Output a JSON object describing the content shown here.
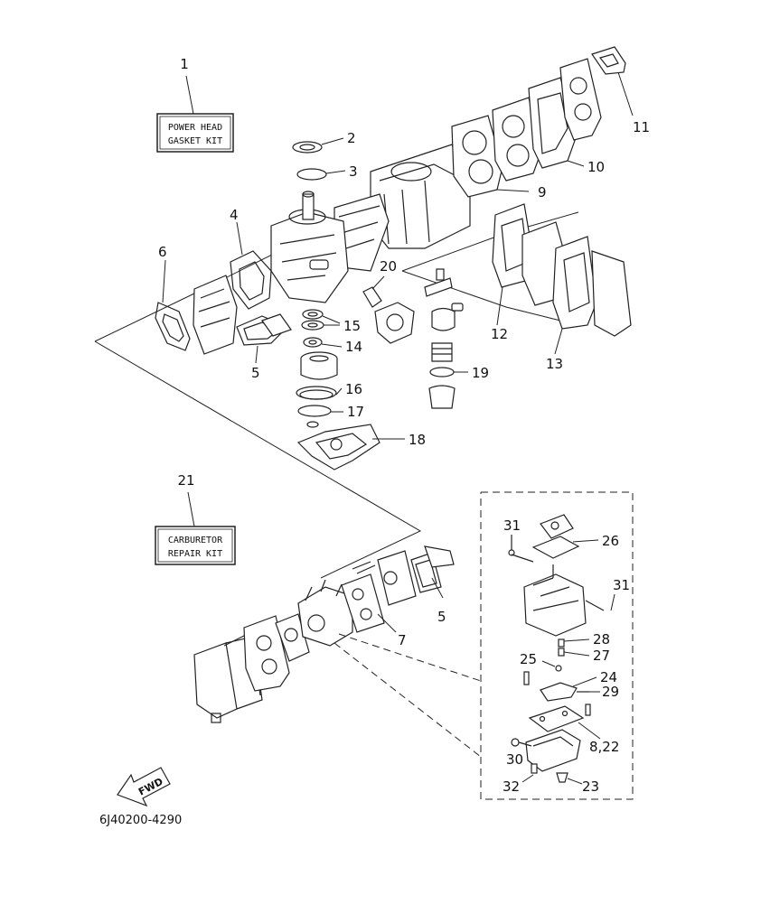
{
  "kits": {
    "power_head": {
      "number": "1",
      "line1": "POWER HEAD",
      "line2": "GASKET KIT"
    },
    "carburetor": {
      "number": "21",
      "line1": "CARBURETOR",
      "line2": "REPAIR KIT"
    }
  },
  "callouts": {
    "c2": "2",
    "c3": "3",
    "c4": "4",
    "c5a": "5",
    "c5b": "5",
    "c6": "6",
    "c7": "7",
    "c8_22": "8,22",
    "c9": "9",
    "c10": "10",
    "c11": "11",
    "c12": "12",
    "c13": "13",
    "c14": "14",
    "c15": "15",
    "c16": "16",
    "c17": "17",
    "c18": "18",
    "c19": "19",
    "c20": "20",
    "c23": "23",
    "c24": "24",
    "c25": "25",
    "c26": "26",
    "c27": "27",
    "c28": "28",
    "c29": "29",
    "c30": "30",
    "c31a": "31",
    "c31b": "31",
    "c32": "32"
  },
  "fwd_label": "FWD",
  "diagram_code": "6J40200-4290",
  "icons": {
    "forward_arrow": "fwd-arrow-icon"
  }
}
